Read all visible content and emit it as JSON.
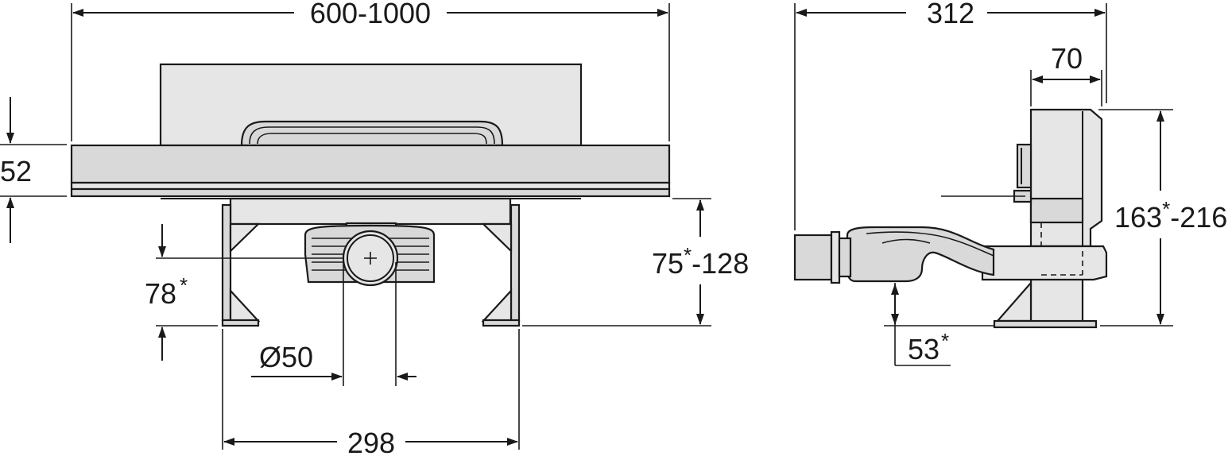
{
  "dimensions": {
    "front_width": "600-1000",
    "front_height_52": "52",
    "front_height_range": "75",
    "front_height_range_max": "-128",
    "outlet_height": "78",
    "pipe_diameter": "Ø50",
    "foot_spacing": "298",
    "side_depth": "312",
    "side_wall_depth": "70",
    "side_height_range": "163",
    "side_height_range_max": "-216",
    "side_foot_height": "53"
  },
  "marks": {
    "asterisk": "*"
  },
  "colors": {
    "part_fill": "#d9d9d9",
    "line": "#1a1a1a"
  }
}
